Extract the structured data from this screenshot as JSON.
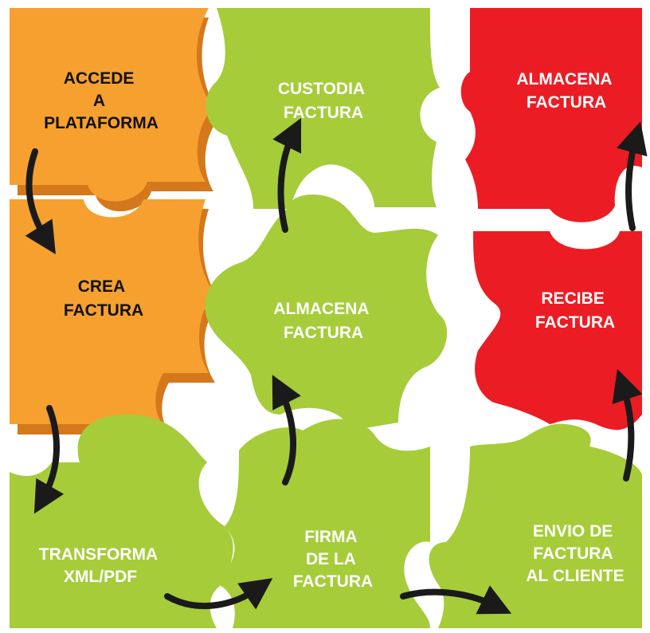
{
  "colors": {
    "orange": "#f6a030",
    "orange_shadow": "#d4781c",
    "green": "#a6cc3a",
    "red": "#ec1c24",
    "arrow": "#1a1a1a"
  },
  "pieces": {
    "accede": {
      "line1": "ACCEDE",
      "line2": "A",
      "line3": "PLATAFORMA"
    },
    "crea": {
      "line1": "CREA",
      "line2": "FACTURA"
    },
    "transforma": {
      "line1": "TRANSFORMA",
      "line2": "XML/PDF"
    },
    "custodia": {
      "line1": "CUSTODIA",
      "line2": "FACTURA"
    },
    "almacena_center": {
      "line1": "ALMACENA",
      "line2": "FACTURA"
    },
    "firma": {
      "line1": "FIRMA",
      "line2": "DE LA",
      "line3": "FACTURA"
    },
    "almacena_top": {
      "line1": "ALMACENA",
      "line2": "FACTURA"
    },
    "recibe": {
      "line1": "RECIBE",
      "line2": "FACTURA"
    },
    "envio": {
      "line1": "ENVIO DE",
      "line2": "FACTURA",
      "line3": "AL CLIENTE"
    }
  }
}
